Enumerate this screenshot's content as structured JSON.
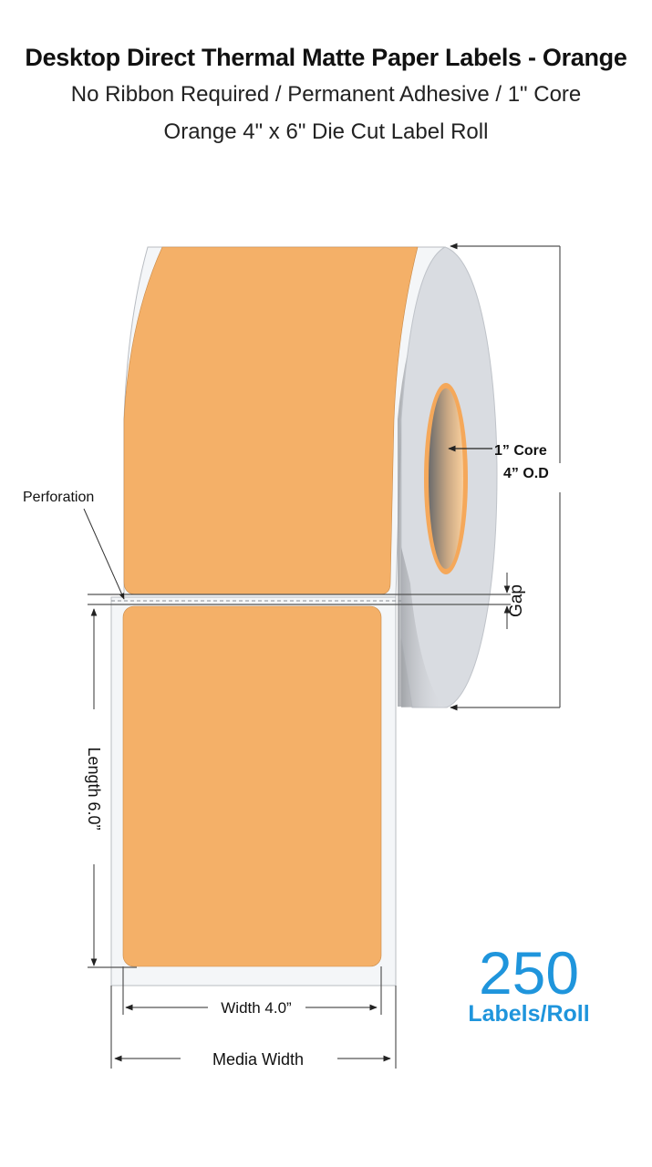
{
  "header": {
    "title": "Desktop Direct Thermal Matte Paper Labels - Orange",
    "subtitle": "No Ribbon Required / Permanent Adhesive / 1\" Core",
    "product_line": "Orange 4\" x 6\" Die Cut Label Roll"
  },
  "diagram": {
    "annotations": {
      "perforation": "Perforation",
      "core": "1” Core",
      "outer_diameter": "4” O.D",
      "gap": "Gap",
      "length": "Length 6.0”",
      "width": "Width 4.0”",
      "media_width": "Media Width"
    },
    "colors": {
      "label": "#f4b068",
      "liner": "#f4f6f8",
      "roll_face": "#d9dce1",
      "core_ring": "#f5a85a",
      "dimension_lines": "#555555"
    }
  },
  "count": {
    "value": "250",
    "unit": "Labels/Roll",
    "color": "#1f95dc"
  }
}
